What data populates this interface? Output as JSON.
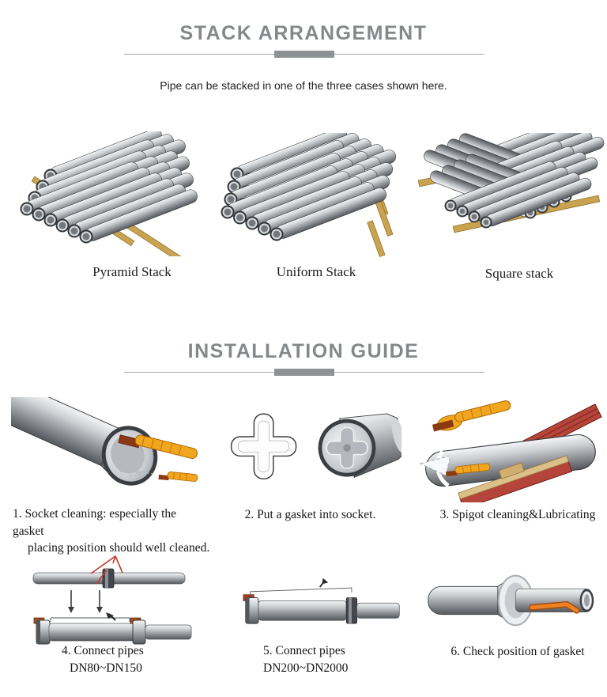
{
  "stack_section": {
    "title": "STACK ARRANGEMENT",
    "intro": "Pipe can be stacked in one of the three cases shown here.",
    "items": [
      {
        "label": "Pyramid Stack"
      },
      {
        "label": "Uniform Stack"
      },
      {
        "label": "Square stack"
      }
    ]
  },
  "install_section": {
    "title": "INSTALLATION GUIDE",
    "steps": [
      {
        "lines": [
          "1. Socket cleaning: especially the gasket",
          "placing position should well cleaned."
        ]
      },
      {
        "lines": [
          "2. Put a gasket into socket."
        ]
      },
      {
        "lines": [
          "3. Spigot cleaning&Lubricating"
        ]
      },
      {
        "lines": [
          "4. Connect pipes",
          "DN80~DN150"
        ]
      },
      {
        "lines": [
          "5. Connect pipes",
          "DN200~DN2000"
        ]
      },
      {
        "lines": [
          "6. Check position of gasket"
        ]
      }
    ]
  },
  "colors": {
    "title_gray": "#85888b",
    "divider_gray": "#8f9295",
    "text_dark": "#1b1b1b",
    "pipe_light": "#f4f5f6",
    "pipe_dark": "#54575b",
    "wood_tan": "#c9a34f",
    "brush_orange": "#f2a51f",
    "beam_red": "#b5453a"
  }
}
